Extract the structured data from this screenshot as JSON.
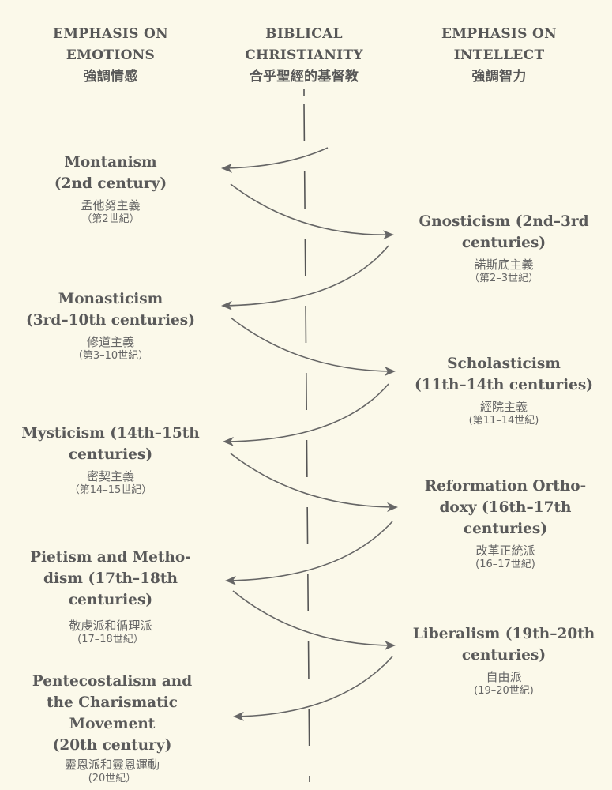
{
  "headers": {
    "left": {
      "line1": "EMPHASIS ON",
      "line2": "EMOTIONS",
      "zh": "強調情感"
    },
    "center": {
      "line1": "BIBLICAL",
      "line2": "CHRISTIANITY",
      "zh": "合乎聖經的基督教"
    },
    "right": {
      "line1": "EMPHASIS ON",
      "line2": "INTELLECT",
      "zh": "強調智力"
    }
  },
  "movements": {
    "montanism": {
      "lines": [
        "Montanism",
        "(2nd century)"
      ],
      "zh": "孟他努主義",
      "zh_period": "（第2世紀）"
    },
    "gnosticism": {
      "lines": [
        "Gnosticism (2nd–3rd",
        "centuries)"
      ],
      "zh": "諾斯底主義",
      "zh_period": "（第2–3世紀）"
    },
    "monasticism": {
      "lines": [
        "Monasticism",
        "(3rd–10th centuries)"
      ],
      "zh": "修道主義",
      "zh_period": "（第3–10世紀）"
    },
    "scholasticism": {
      "lines": [
        "Scholasticism",
        "(11th–14th centuries)"
      ],
      "zh": "經院主義",
      "zh_period": "(第11–14世紀)"
    },
    "mysticism": {
      "lines": [
        "Mysticism (14th–15th",
        "centuries)"
      ],
      "zh": "密契主義",
      "zh_period": "（第14–15世紀）"
    },
    "reformation": {
      "lines": [
        "Reformation Ortho-",
        "doxy (16th–17th",
        "centuries)"
      ],
      "zh": "改革正統派",
      "zh_period": "(16–17世紀)"
    },
    "pietism": {
      "lines": [
        "Pietism and Metho-",
        "dism (17th–18th",
        "centuries)"
      ],
      "zh": "敬虔派和循理派",
      "zh_period": "(17–18世紀）"
    },
    "liberalism": {
      "lines": [
        "Liberalism (19th–20th",
        "centuries)"
      ],
      "zh": "自由派",
      "zh_period": "(19–20世紀)"
    },
    "pentecostalism": {
      "lines": [
        "Pentecostalism and",
        "the Charismatic",
        "Movement",
        "(20th century)"
      ],
      "zh": "靈恩派和靈恩運動",
      "zh_period": "(20世紀）"
    }
  }
}
